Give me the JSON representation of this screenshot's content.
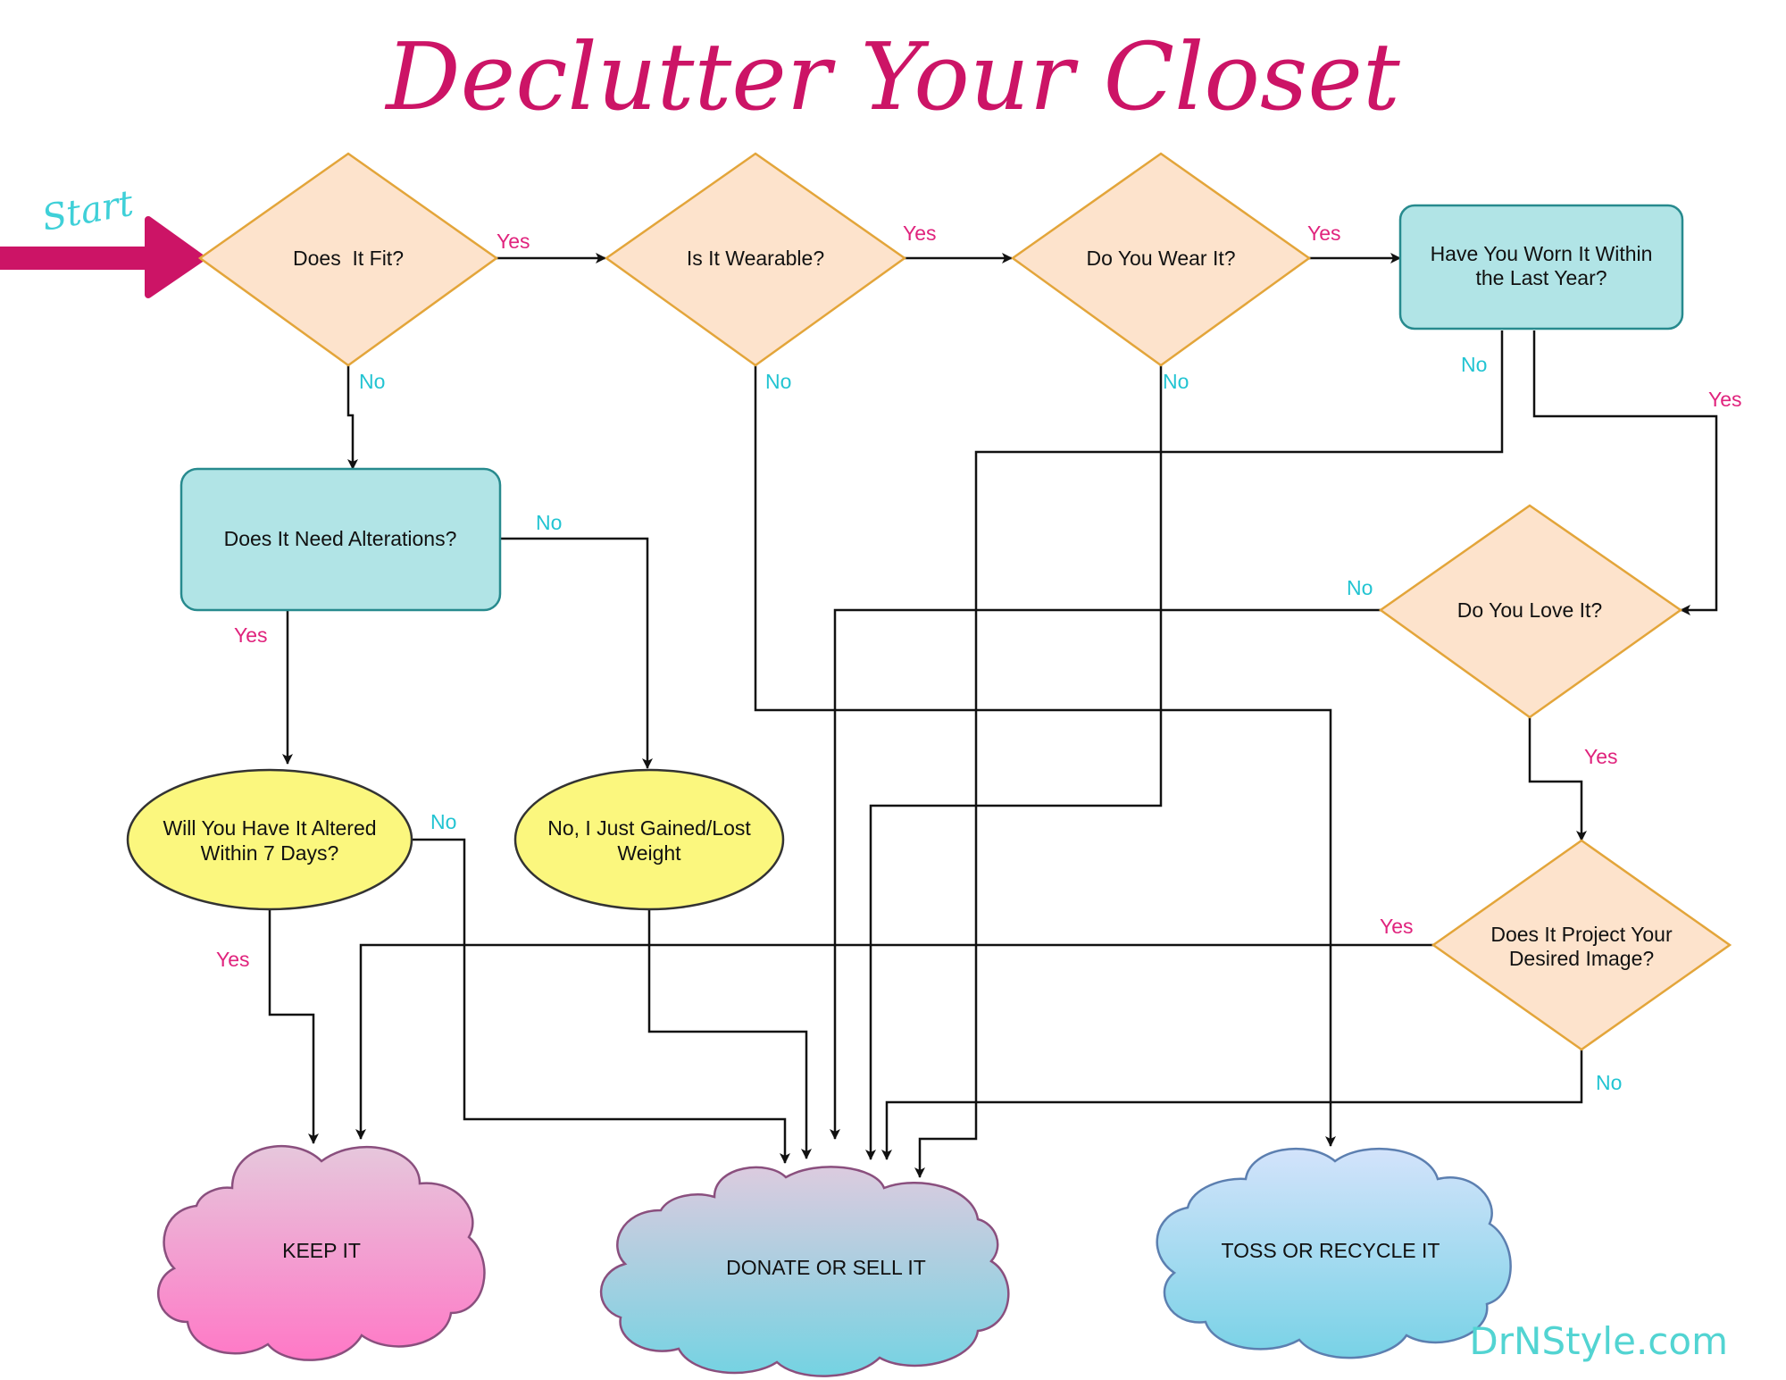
{
  "title": "Declutter Your Closet",
  "start_label": "Start",
  "watermark": "DrNStyle.com",
  "colors": {
    "title": "#cc1466",
    "start_arrow": "#cc1466",
    "start_text": "#3fd0d8",
    "diamond_fill": "#fde3cc",
    "diamond_stroke": "#e3a53a",
    "rect_fill": "#b1e4e6",
    "rect_stroke": "#278a8e",
    "ellipse_fill": "#fbf77e",
    "ellipse_stroke": "#333333",
    "yes_label": "#e0237d",
    "no_label": "#22c4d2"
  },
  "nodes": {
    "fit": {
      "text": "Does  It Fit?"
    },
    "wearable": {
      "text": "Is It Wearable?"
    },
    "wear": {
      "text": "Do You Wear It?"
    },
    "worn": {
      "line1": "Have You Worn It Within",
      "line2": "the Last Year?"
    },
    "alter": {
      "text": "Does It Need Alterations?"
    },
    "love": {
      "text": "Do You Love It?"
    },
    "altered7": {
      "line1": "Will You Have It Altered",
      "line2": "Within 7 Days?"
    },
    "weight": {
      "line1": "No, I Just Gained/Lost",
      "line2": "Weight"
    },
    "image": {
      "line1": "Does It Project Your",
      "line2": "Desired Image?"
    }
  },
  "outcomes": {
    "keep": "KEEP IT",
    "donate": "DONATE OR SELL IT",
    "toss": "TOSS OR RECYCLE IT"
  },
  "edge_labels": {
    "fit_yes": "Yes",
    "fit_no": "No",
    "wearable_yes": "Yes",
    "wearable_no": "No",
    "wear_yes": "Yes",
    "wear_no": "No",
    "worn_no": "No",
    "worn_yes": "Yes",
    "alter_no": "No",
    "alter_yes": "Yes",
    "love_no": "No",
    "love_yes": "Yes",
    "altered7_no": "No",
    "altered7_yes": "Yes",
    "image_yes": "Yes",
    "image_no": "No"
  }
}
